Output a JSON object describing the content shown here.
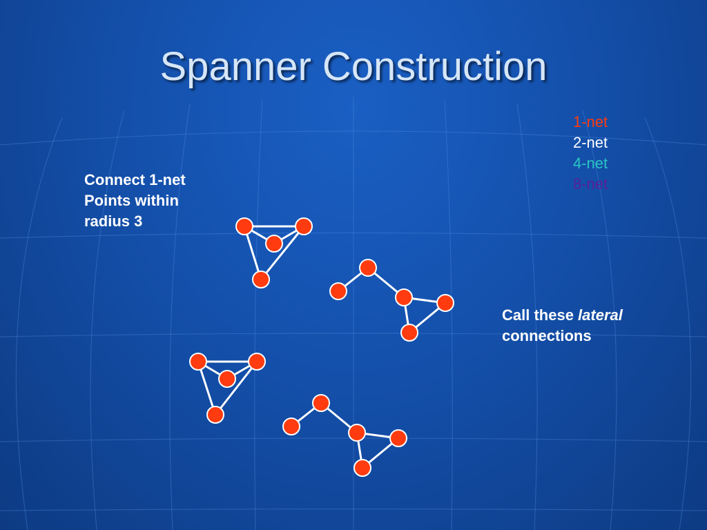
{
  "title": "Spanner Construction",
  "legend": [
    {
      "label": "1-net",
      "color": "#ff3b0f"
    },
    {
      "label": "2-net",
      "color": "#ffffff"
    },
    {
      "label": "4-net",
      "color": "#29c7c4"
    },
    {
      "label": "8-net",
      "color": "#5a1f9a"
    }
  ],
  "notes": {
    "left": {
      "line1": "Connect 1-net",
      "line2": "Points within",
      "line3": "radius 3"
    },
    "right": {
      "before": "Call these ",
      "emphasis": "lateral",
      "after": "connections"
    }
  },
  "node_color": "#ff3b0f",
  "edge_color": "#ffffff"
}
